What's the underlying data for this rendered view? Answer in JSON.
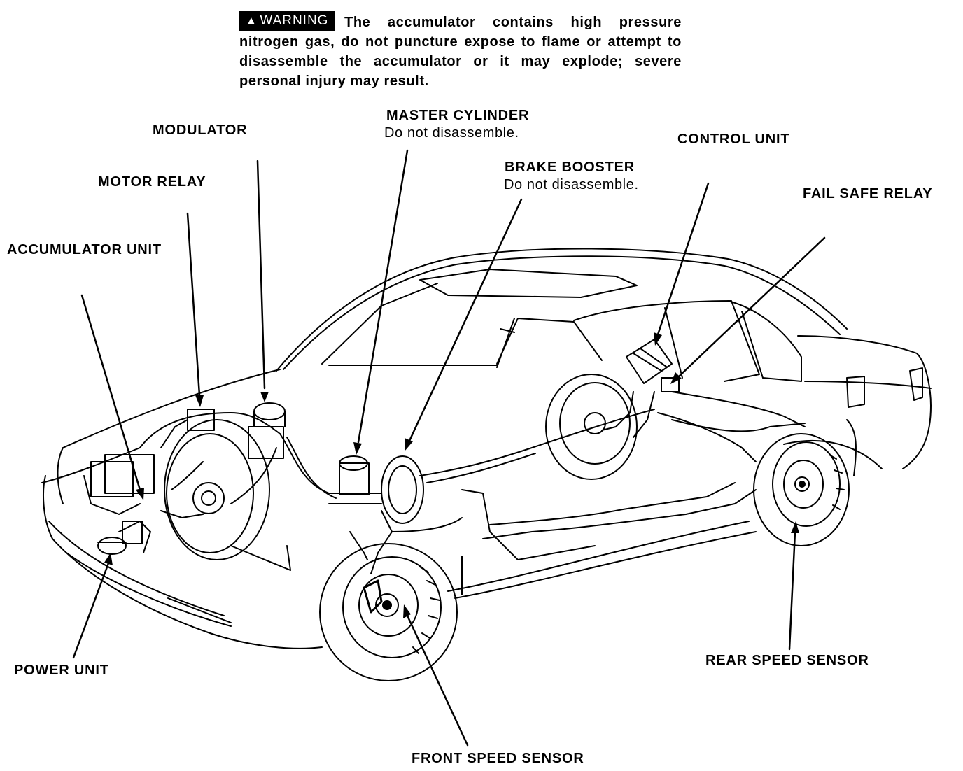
{
  "warning": {
    "badge": "WARNING",
    "badge_icon": "warning-triangle-icon",
    "text": "The accumulator contains high pressure nitrogen gas, do not puncture expose to flame or attempt to disassemble the accumulator or it may explode; severe personal injury may result."
  },
  "labels": {
    "modulator": "MODULATOR",
    "motor_relay": "MOTOR RELAY",
    "accumulator_unit": "ACCUMULATOR UNIT",
    "master_cylinder": "MASTER CYLINDER",
    "master_cylinder_note": "Do not disassemble.",
    "brake_booster": "BRAKE BOOSTER",
    "brake_booster_note": "Do not disassemble.",
    "control_unit": "CONTROL UNIT",
    "fail_safe_relay": "FAIL SAFE RELAY",
    "power_unit": "POWER UNIT",
    "rear_speed_sensor": "REAR SPEED SENSOR",
    "front_speed_sensor": "FRONT SPEED SENSOR"
  }
}
